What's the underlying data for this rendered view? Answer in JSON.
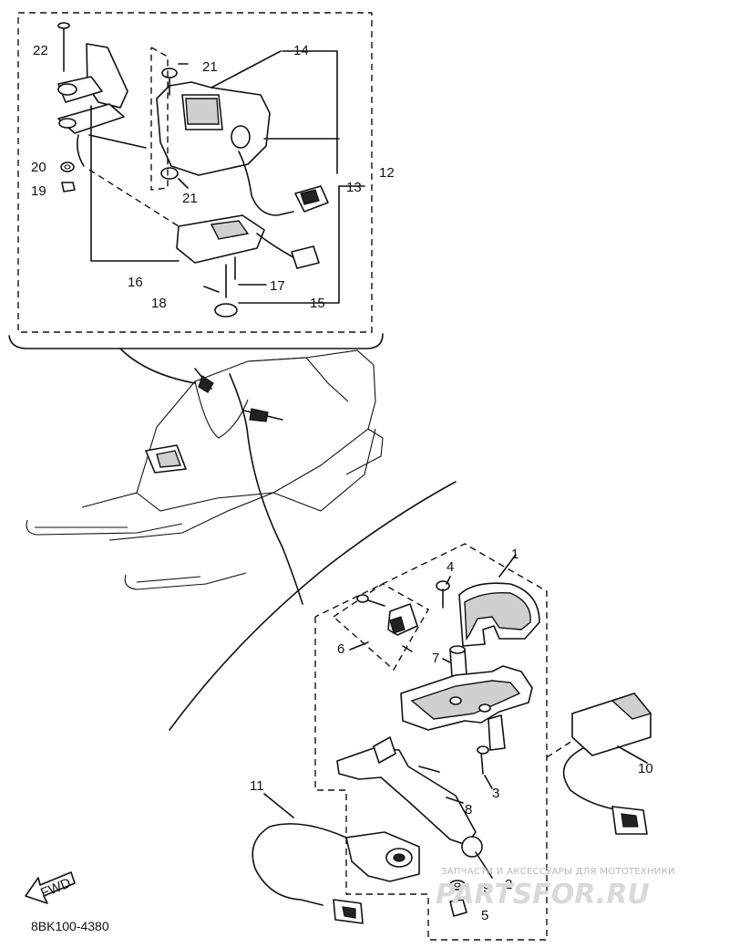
{
  "diagram": {
    "code": "8BK100-4380",
    "fwd_label": "FWD",
    "callouts": {
      "c1": "1",
      "c2": "2",
      "c3": "3",
      "c4": "4",
      "c5": "5",
      "c6": "6",
      "c7": "7",
      "c8": "8",
      "c9": "9",
      "c10": "10",
      "c11": "11",
      "c12": "12",
      "c13": "13",
      "c14": "14",
      "c15": "15",
      "c16": "16",
      "c17": "17",
      "c18": "18",
      "c19": "19",
      "c20": "20",
      "c21a": "21",
      "c21b": "21",
      "c22": "22"
    }
  },
  "watermark": {
    "tagline": "ЗАПЧАСТИ И АКСЕССУАРЫ ДЛЯ МОТОТЕХНИКИ",
    "brand": "PARTSFOR.RU"
  }
}
